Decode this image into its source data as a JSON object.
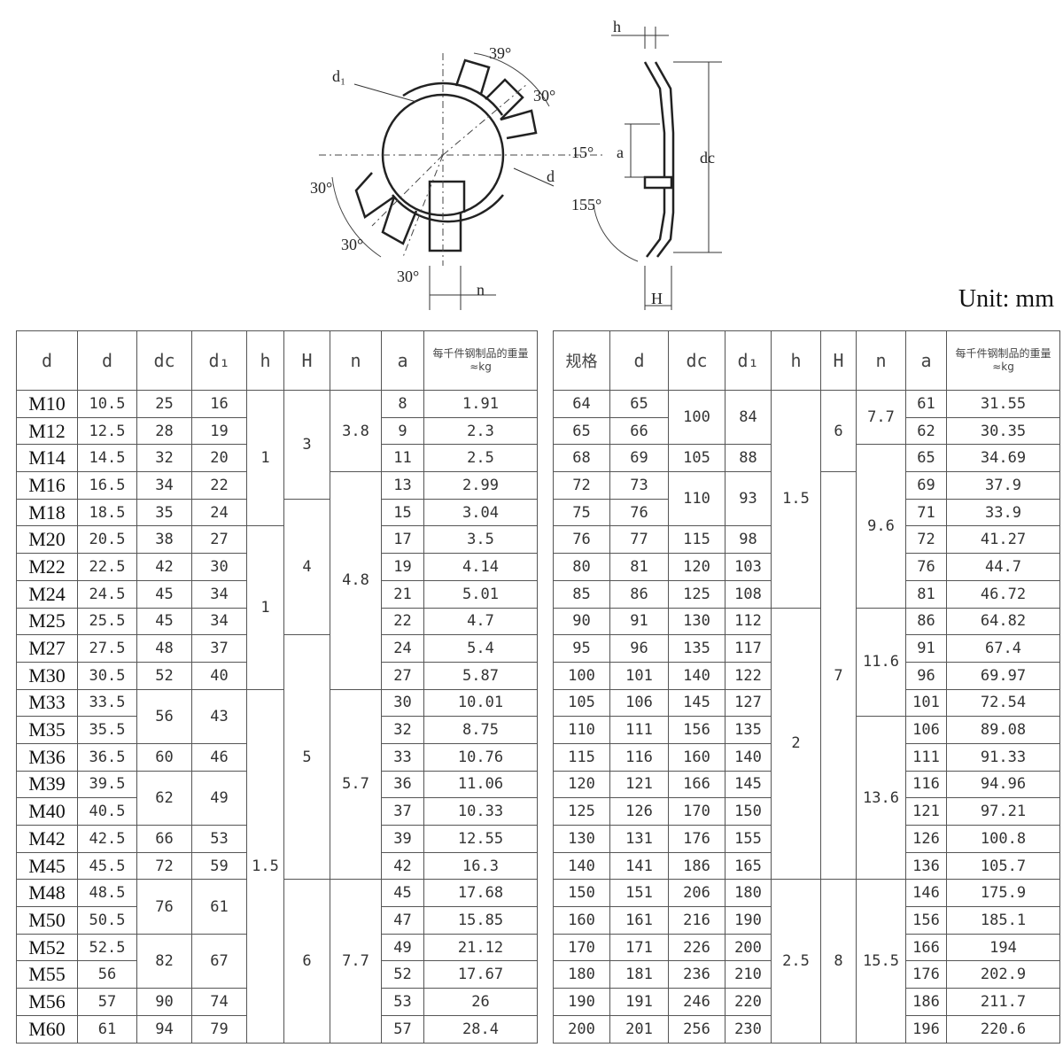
{
  "unit_label": "Unit: mm",
  "drawing_labels": {
    "d1": "d₁",
    "d": "d",
    "n": "n",
    "h": "h",
    "a": "a",
    "dc": "dc",
    "H": "H",
    "angle_39": "39°",
    "angle_30_top": "30°",
    "angle_15": "15°",
    "angle_30_left": "30°",
    "angle_30_low1": "30°",
    "angle_30_low2": "30°",
    "angle_155": "155°"
  },
  "left_table": {
    "headers": [
      "d",
      "d",
      "dc",
      "d₁",
      "h",
      "H",
      "n",
      "a",
      "每千件钢制品的重量≈kg"
    ],
    "rows": [
      [
        "M10",
        "10.5",
        "25",
        "16",
        "1",
        "3",
        "3.8",
        "8",
        "1.91"
      ],
      [
        "M12",
        "12.5",
        "28",
        "19",
        "",
        "",
        "",
        "9",
        "2.3"
      ],
      [
        "M14",
        "14.5",
        "32",
        "20",
        "",
        "",
        "",
        "11",
        "2.5"
      ],
      [
        "M16",
        "16.5",
        "34",
        "22",
        "",
        "",
        "4.8",
        "13",
        "2.99"
      ],
      [
        "M18",
        "18.5",
        "35",
        "24",
        "",
        "4",
        "",
        "15",
        "3.04"
      ],
      [
        "M20",
        "20.5",
        "38",
        "27",
        "1",
        "",
        "",
        "17",
        "3.5"
      ],
      [
        "M22",
        "22.5",
        "42",
        "30",
        "",
        "",
        "",
        "19",
        "4.14"
      ],
      [
        "M24",
        "24.5",
        "45",
        "34",
        "",
        "",
        "",
        "21",
        "5.01"
      ],
      [
        "M25",
        "25.5",
        "45",
        "34",
        "",
        "",
        "",
        "22",
        "4.7"
      ],
      [
        "M27",
        "27.5",
        "48",
        "37",
        "",
        "5",
        "",
        "24",
        "5.4"
      ],
      [
        "M30",
        "30.5",
        "52",
        "40",
        "",
        "",
        "",
        "27",
        "5.87"
      ],
      [
        "M33",
        "33.5",
        "56",
        "43",
        "1.5",
        "",
        "5.7",
        "30",
        "10.01"
      ],
      [
        "M35",
        "35.5",
        "",
        "",
        "",
        "",
        "",
        "32",
        "8.75"
      ],
      [
        "M36",
        "36.5",
        "60",
        "46",
        "",
        "",
        "",
        "33",
        "10.76"
      ],
      [
        "M39",
        "39.5",
        "62",
        "49",
        "",
        "",
        "",
        "36",
        "11.06"
      ],
      [
        "M40",
        "40.5",
        "",
        "",
        "",
        "",
        "",
        "37",
        "10.33"
      ],
      [
        "M42",
        "42.5",
        "66",
        "53",
        "",
        "",
        "",
        "39",
        "12.55"
      ],
      [
        "M45",
        "45.5",
        "72",
        "59",
        "",
        "",
        "",
        "42",
        "16.3"
      ],
      [
        "M48",
        "48.5",
        "76",
        "61",
        "",
        "6",
        "7.7",
        "45",
        "17.68"
      ],
      [
        "M50",
        "50.5",
        "",
        "",
        "",
        "",
        "",
        "47",
        "15.85"
      ],
      [
        "M52",
        "52.5",
        "82",
        "67",
        "",
        "",
        "",
        "49",
        "21.12"
      ],
      [
        "M55",
        "56",
        "",
        "",
        "",
        "",
        "",
        "52",
        "17.67"
      ],
      [
        "M56",
        "57",
        "90",
        "74",
        "",
        "",
        "",
        "53",
        "26"
      ],
      [
        "M60",
        "61",
        "94",
        "79",
        "",
        "",
        "",
        "57",
        "28.4"
      ]
    ]
  },
  "right_table": {
    "headers": [
      "规格",
      "d",
      "dc",
      "d₁",
      "h",
      "H",
      "n",
      "a",
      "每千件钢制品的重量≈kg"
    ],
    "rows": [
      [
        "64",
        "65",
        "100",
        "84",
        "1.5",
        "6",
        "7.7",
        "61",
        "31.55"
      ],
      [
        "65",
        "66",
        "",
        "",
        "",
        "",
        "",
        "62",
        "30.35"
      ],
      [
        "68",
        "69",
        "105",
        "88",
        "",
        "7",
        "9.6",
        "65",
        "34.69"
      ],
      [
        "72",
        "73",
        "110",
        "93",
        "",
        "",
        "",
        "69",
        "37.9"
      ],
      [
        "75",
        "76",
        "",
        "",
        "",
        "",
        "",
        "71",
        "33.9"
      ],
      [
        "76",
        "77",
        "115",
        "98",
        "",
        "",
        "",
        "72",
        "41.27"
      ],
      [
        "80",
        "81",
        "120",
        "103",
        "",
        "",
        "",
        "76",
        "44.7"
      ],
      [
        "85",
        "86",
        "125",
        "108",
        "",
        "",
        "",
        "81",
        "46.72"
      ],
      [
        "90",
        "91",
        "130",
        "112",
        "2",
        "",
        "11.6",
        "86",
        "64.82"
      ],
      [
        "95",
        "96",
        "135",
        "117",
        "",
        "",
        "",
        "91",
        "67.4"
      ],
      [
        "100",
        "101",
        "140",
        "122",
        "",
        "",
        "",
        "96",
        "69.97"
      ],
      [
        "105",
        "106",
        "145",
        "127",
        "",
        "",
        "",
        "101",
        "72.54"
      ],
      [
        "110",
        "111",
        "156",
        "135",
        "",
        "",
        "13.6",
        "106",
        "89.08"
      ],
      [
        "115",
        "116",
        "160",
        "140",
        "",
        "",
        "",
        "111",
        "91.33"
      ],
      [
        "120",
        "121",
        "166",
        "145",
        "",
        "",
        "",
        "116",
        "94.96"
      ],
      [
        "125",
        "126",
        "170",
        "150",
        "",
        "",
        "",
        "121",
        "97.21"
      ],
      [
        "130",
        "131",
        "176",
        "155",
        "",
        "",
        "",
        "126",
        "100.8"
      ],
      [
        "140",
        "141",
        "186",
        "165",
        "",
        "",
        "",
        "136",
        "105.7"
      ],
      [
        "150",
        "151",
        "206",
        "180",
        "2.5",
        "8",
        "15.5",
        "146",
        "175.9"
      ],
      [
        "160",
        "161",
        "216",
        "190",
        "",
        "",
        "",
        "156",
        "185.1"
      ],
      [
        "170",
        "171",
        "226",
        "200",
        "",
        "",
        "",
        "166",
        "194"
      ],
      [
        "180",
        "181",
        "236",
        "210",
        "",
        "",
        "",
        "176",
        "202.9"
      ],
      [
        "190",
        "191",
        "246",
        "220",
        "",
        "",
        "",
        "186",
        "211.7"
      ],
      [
        "200",
        "201",
        "256",
        "230",
        "",
        "",
        "",
        "196",
        "220.6"
      ]
    ]
  }
}
